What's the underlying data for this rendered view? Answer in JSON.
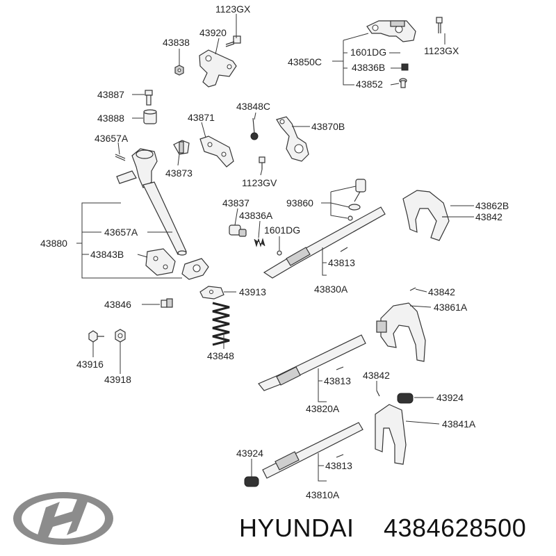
{
  "labels": {
    "l_1123GX_top": "1123GX",
    "l_43920": "43920",
    "l_43838": "43838",
    "l_43850C": "43850C",
    "l_1601DG_a": "1601DG",
    "l_1123GX_right": "1123GX",
    "l_43836B": "43836B",
    "l_43852": "43852",
    "l_43887": "43887",
    "l_43888": "43888",
    "l_43871": "43871",
    "l_43848C": "43848C",
    "l_43870B": "43870B",
    "l_43657A_a": "43657A",
    "l_43873": "43873",
    "l_1123GV": "1123GV",
    "l_43837": "43837",
    "l_93860": "93860",
    "l_43862B": "43862B",
    "l_43836A": "43836A",
    "l_43842_a": "43842",
    "l_1601DG_b": "1601DG",
    "l_43880": "43880",
    "l_43657A_b": "43657A",
    "l_43843B": "43843B",
    "l_43813_a": "43813",
    "l_43830A": "43830A",
    "l_43913": "43913",
    "l_43842_b": "43842",
    "l_43846": "43846",
    "l_43861A": "43861A",
    "l_43848": "43848",
    "l_43916": "43916",
    "l_43918": "43918",
    "l_43813_b": "43813",
    "l_43842_c": "43842",
    "l_43924_a": "43924",
    "l_43820A": "43820A",
    "l_43841A": "43841A",
    "l_43924_b": "43924",
    "l_43813_c": "43813",
    "l_43810A": "43810A"
  },
  "footer": {
    "brand": "HYUNDAI",
    "part_number": "4384628500"
  },
  "logo": {
    "name": "hyundai-logo",
    "color": "#8a8a8a"
  }
}
